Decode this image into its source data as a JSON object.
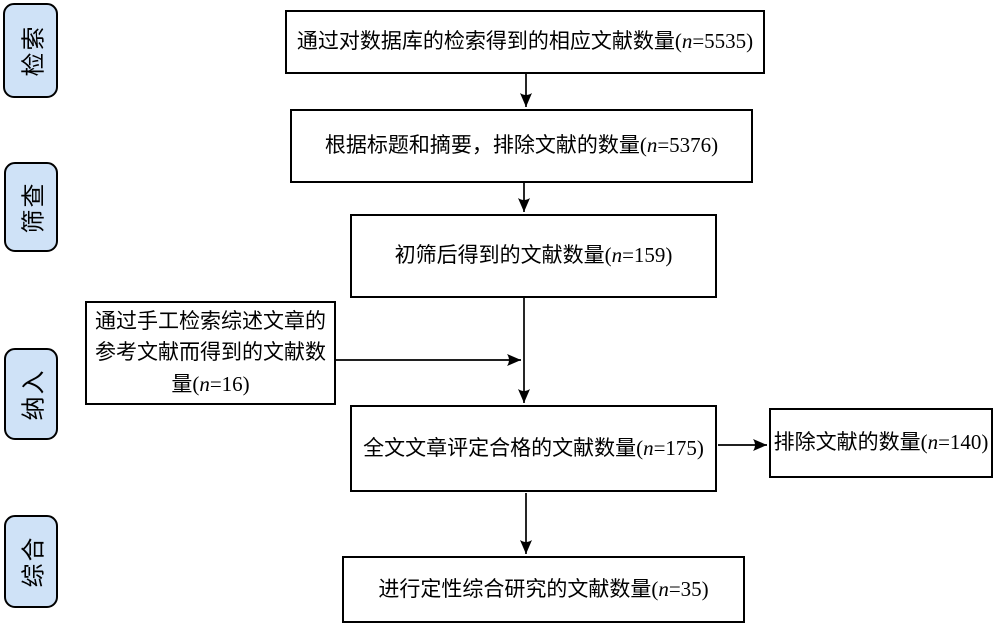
{
  "stages": [
    {
      "label": "检索"
    },
    {
      "label": "筛查"
    },
    {
      "label": "纳入"
    },
    {
      "label": "综合"
    }
  ],
  "boxes": {
    "database_search": {
      "prefix": "通过对数据库的检索得到的相应文献数量(",
      "n": "n",
      "suffix": "=5535)"
    },
    "title_abstract_excluded": {
      "prefix": "根据标题和摘要，排除文献的数量(",
      "n": "n",
      "suffix": "=5376)"
    },
    "initial_screened": {
      "prefix": "初筛后得到的文献数量(",
      "n": "n",
      "suffix": "=159)"
    },
    "manual_search": {
      "prefix": "通过手工检索综述文章的参考文献而得到的文献数量(",
      "n": "n",
      "suffix": "=16)"
    },
    "fulltext_eligible": {
      "prefix": "全文文章评定合格的文献数量(",
      "n": "n",
      "suffix": "=175)"
    },
    "fulltext_excluded": {
      "prefix": "排除文献的数量(",
      "n": "n",
      "suffix": "=140)"
    },
    "qualitative_synthesis": {
      "prefix": "进行定性综合研究的文献数量(",
      "n": "n",
      "suffix": "=35)"
    }
  },
  "colors": {
    "stage_fill": "#cfe2f7",
    "border": "#000000",
    "arrow": "#000000"
  }
}
